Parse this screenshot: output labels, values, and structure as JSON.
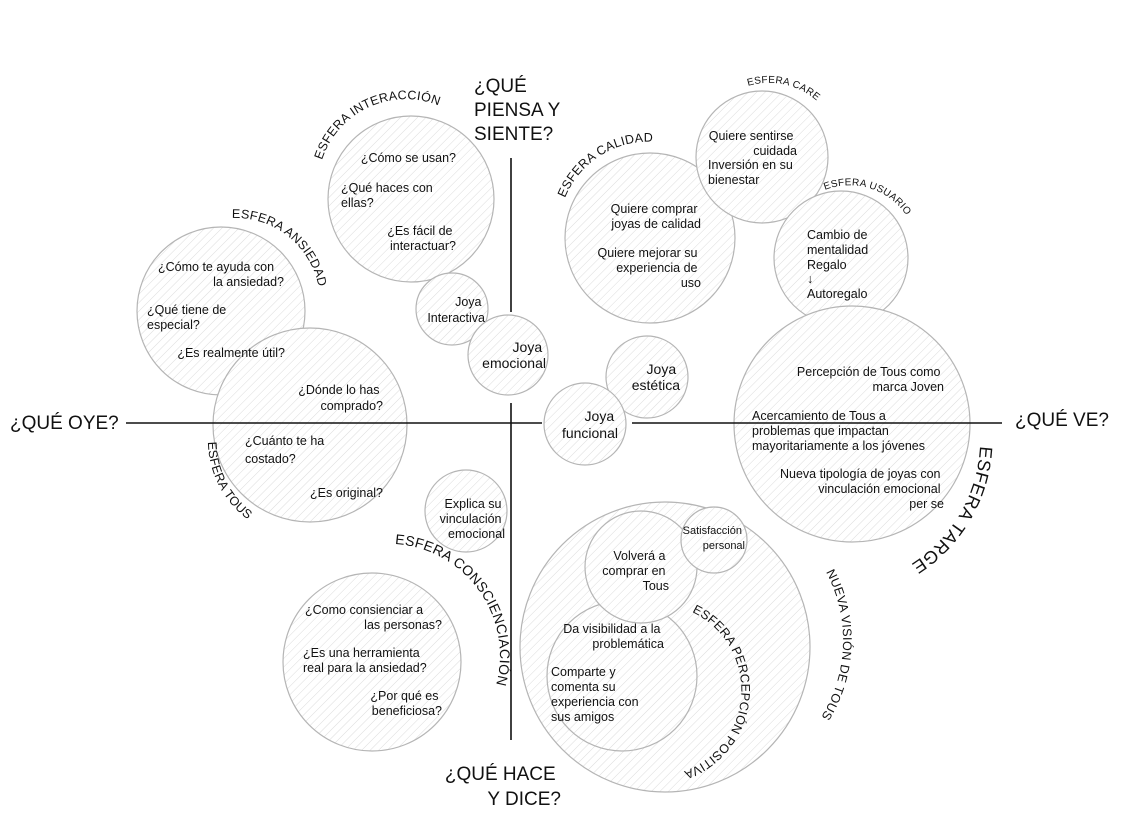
{
  "axes": {
    "top": [
      "¿QUÉ",
      "PIENSA Y",
      "SIENTE?"
    ],
    "left": "¿QUÉ OYE?",
    "right": "¿QUÉ VE?",
    "bottom": [
      "¿QUÉ HACE",
      "Y DICE?"
    ]
  },
  "spheres": {
    "interaccion": {
      "label": "ESFERA INTERACCIÓN",
      "q1": [
        "¿Cómo se usan?"
      ],
      "q2": [
        "¿Qué haces con",
        "ellas?"
      ],
      "q3": [
        "¿Es fácil de",
        "interactuar?"
      ]
    },
    "ansiedad": {
      "label": "ESFERA ANSIEDAD",
      "q1": [
        "¿Cómo te ayuda con",
        "la ansiedad?"
      ],
      "q2": [
        "¿Qué tiene de",
        "especial?"
      ],
      "q3": [
        "¿Es realmente útil?"
      ]
    },
    "tous": {
      "label": "ESFERA TOUS",
      "q1": [
        "¿Dónde lo has",
        "comprado?"
      ],
      "q2": [
        "¿Cuánto te ha",
        "costado?"
      ],
      "q3": [
        "¿Es original?"
      ]
    },
    "consciencia": {
      "label": "ESFERA CONSCIENCIACIÓN",
      "q1": [
        "¿Como consienciar a",
        "las personas?"
      ],
      "q2": [
        "¿Es una herramienta",
        "real para la ansiedad?"
      ],
      "q3": [
        "¿Por qué es",
        "beneficiosa?"
      ]
    },
    "calidad": {
      "label": "ESFERA CALIDAD",
      "q1": [
        "Quiere comprar",
        "joyas de calidad"
      ],
      "q2": [
        "Quiere mejorar su",
        "experiencia de",
        "uso"
      ]
    },
    "care": {
      "label": "ESFERA CARE",
      "q1": [
        "Quiere sentirse",
        "cuidada"
      ],
      "q2": [
        "Inversión en su",
        "bienestar"
      ]
    },
    "usuario": {
      "label": "ESFERA USUARIO",
      "q1": [
        "Cambio de",
        "mentalidad",
        "Regalo",
        "↓",
        "Autoregalo"
      ]
    },
    "target": {
      "label": "ESFERA TARGET",
      "q1": [
        "Percepción de Tous como",
        "marca Joven"
      ],
      "q2": [
        "Acercamiento de Tous a",
        "problemas que impactan",
        "mayoritariamente a los jóvenes"
      ],
      "q3": [
        "Nueva tipología de joyas con",
        "vinculación emocional",
        "per se"
      ]
    },
    "percepcion": {
      "label": "ESFERA PERCEPCIÓN POSITIVA",
      "q1": [
        "Da visibilidad a la",
        "problemática"
      ],
      "q2": [
        "Comparte y",
        "comenta su",
        "experiencia con",
        "sus amigos"
      ]
    },
    "nueva_vision": {
      "label": "NUEVA VISIÓN DE TOUS"
    }
  },
  "small_circles": {
    "interactiva": [
      "Joya",
      "Interactiva"
    ],
    "emocional": [
      "Joya",
      "emocional"
    ],
    "estetica": [
      "Joya",
      "estética"
    ],
    "funcional": [
      "Joya",
      "funcional"
    ],
    "explica": [
      "Explica su",
      "vinculación",
      "emocional"
    ],
    "volvera": [
      "Volverá a",
      "comprar en",
      "Tous"
    ],
    "satisfaccion": [
      "Satisfacción",
      "personal"
    ]
  }
}
